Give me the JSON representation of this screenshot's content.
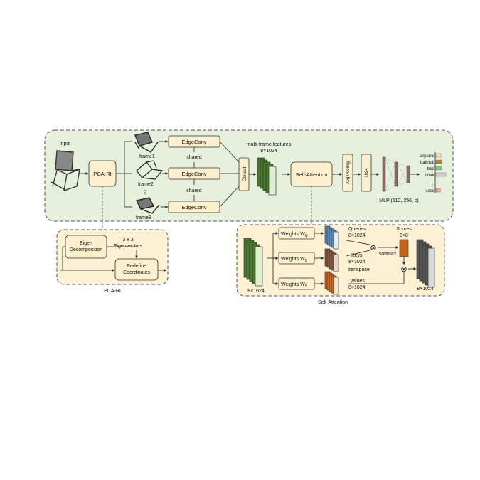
{
  "input_label": "input",
  "pca_ri_label": "PCA-RI",
  "frames": [
    "frame1",
    "frame2",
    "frame8"
  ],
  "frame_dots": "⋮",
  "edgeconv_label": "EdgeConv",
  "shared_label": "shared",
  "concat_label": "Concat",
  "mff_label": "multi-frame features",
  "mff_dim": "8×1024",
  "self_attention_label": "Self-Attention",
  "avg_pooling_label": "Avg Pooling",
  "fc_dim": "1024",
  "mlp_label": "MLP (512, 256, c)",
  "classes": [
    {
      "name": "airplane",
      "value": 0.5,
      "color": "#f6e3a1"
    },
    {
      "name": "bathtub",
      "value": 0.55,
      "color": "#b8860b"
    },
    {
      "name": "bed",
      "value": 0.55,
      "color": "#8fc98a"
    },
    {
      "name": "chair",
      "value": 1.0,
      "color": "#cfcfcf"
    },
    {
      "name": "vase",
      "value": 0.45,
      "color": "#f2a58e"
    }
  ],
  "class_dots": "⋮",
  "pca": {
    "eigen": [
      "Eigen",
      "Decomposition"
    ],
    "eigvec": [
      "3 x 3",
      "Eigenvectors"
    ],
    "redefine": [
      "Redefine",
      "Coordinates"
    ],
    "caption": "PCA-RI"
  },
  "sa": {
    "input_dim": "8×1024",
    "wq": "Weights W",
    "wq_sub": "Q",
    "wk": "Weights W",
    "wk_sub": "K",
    "wv": "Weights W",
    "wv_sub": "V",
    "queries": [
      "Queries",
      "8×1024"
    ],
    "keys": [
      "Keys",
      "8×1024"
    ],
    "transpose": "transpose",
    "values": [
      "Values",
      "8×1024"
    ],
    "softmax": "softmax",
    "scores": [
      "Scores",
      "8×8"
    ],
    "output_dim": "8×1024",
    "caption": "Self-Attention",
    "times": "⊗"
  },
  "colors": {
    "main_panel": "#e6f0dc",
    "sub_panel": "#fdf1d3",
    "box_fill": "#fdf0cf",
    "green_stack": "#4a7a2e",
    "blue_stack": "#5b8fc7",
    "brown_stack": "#8b5a3c",
    "orange_stack": "#d2691e",
    "gray_stack": "#555555",
    "score_box": "#c0651a"
  }
}
